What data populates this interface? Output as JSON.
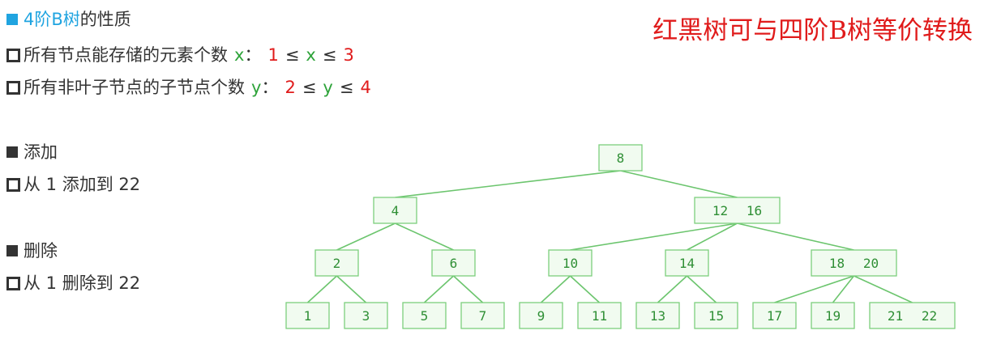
{
  "headline": "红黑树可与四阶B树等价转换",
  "section1": {
    "title_prefix": "4阶B树",
    "title_suffix": "的性质",
    "rule1": {
      "text": "所有节点能存储的元素个数",
      "var": "x",
      "colon": "：",
      "min": "1",
      "le1": "≤",
      "var2": "x",
      "le2": "≤",
      "max": "3"
    },
    "rule2": {
      "text": "所有非叶子节点的子节点个数",
      "var": "y",
      "colon": "：",
      "min": "2",
      "le1": "≤",
      "var2": "y",
      "le2": "≤",
      "max": "4"
    }
  },
  "section2": {
    "title": "添加",
    "item": "从 1 添加到 22"
  },
  "section3": {
    "title": "删除",
    "item": "从 1 删除到 22"
  },
  "colors": {
    "bullet_blue": "#20a4e0",
    "bullet_dark": "#333333",
    "green": "#2ea33a",
    "red": "#e01b1b",
    "node_fill": "#f1fbf0",
    "node_stroke": "#7ccf7d",
    "edge": "#6cc56e"
  },
  "tree": {
    "nodes": [
      {
        "id": "n8",
        "keys": [
          "8"
        ]
      },
      {
        "id": "n4",
        "keys": [
          "4"
        ]
      },
      {
        "id": "n12_16",
        "keys": [
          "12",
          "16"
        ]
      },
      {
        "id": "n2",
        "keys": [
          "2"
        ]
      },
      {
        "id": "n6",
        "keys": [
          "6"
        ]
      },
      {
        "id": "n10",
        "keys": [
          "10"
        ]
      },
      {
        "id": "n14",
        "keys": [
          "14"
        ]
      },
      {
        "id": "n18_20",
        "keys": [
          "18",
          "20"
        ]
      },
      {
        "id": "n1",
        "keys": [
          "1"
        ]
      },
      {
        "id": "n3",
        "keys": [
          "3"
        ]
      },
      {
        "id": "n5",
        "keys": [
          "5"
        ]
      },
      {
        "id": "n7",
        "keys": [
          "7"
        ]
      },
      {
        "id": "n9",
        "keys": [
          "9"
        ]
      },
      {
        "id": "n11",
        "keys": [
          "11"
        ]
      },
      {
        "id": "n13",
        "keys": [
          "13"
        ]
      },
      {
        "id": "n15",
        "keys": [
          "15"
        ]
      },
      {
        "id": "n17",
        "keys": [
          "17"
        ]
      },
      {
        "id": "n19",
        "keys": [
          "19"
        ]
      },
      {
        "id": "n21_22",
        "keys": [
          "21",
          "22"
        ]
      }
    ],
    "edges": [
      [
        "n8",
        "n4"
      ],
      [
        "n8",
        "n12_16"
      ],
      [
        "n4",
        "n2"
      ],
      [
        "n4",
        "n6"
      ],
      [
        "n12_16",
        "n10"
      ],
      [
        "n12_16",
        "n14"
      ],
      [
        "n12_16",
        "n18_20"
      ],
      [
        "n2",
        "n1"
      ],
      [
        "n2",
        "n3"
      ],
      [
        "n6",
        "n5"
      ],
      [
        "n6",
        "n7"
      ],
      [
        "n10",
        "n9"
      ],
      [
        "n10",
        "n11"
      ],
      [
        "n14",
        "n13"
      ],
      [
        "n14",
        "n15"
      ],
      [
        "n18_20",
        "n17"
      ],
      [
        "n18_20",
        "n19"
      ],
      [
        "n18_20",
        "n21_22"
      ]
    ]
  }
}
